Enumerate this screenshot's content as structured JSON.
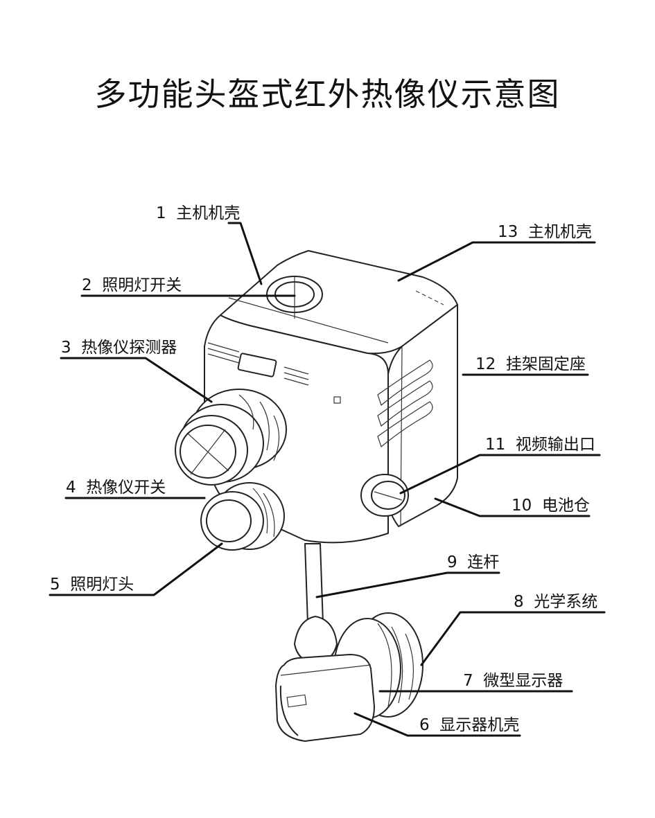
{
  "title": "多功能头盔式红外热像仪示意图",
  "callouts": [
    {
      "num": "1",
      "label": "主机机壳"
    },
    {
      "num": "2",
      "label": "照明灯开关"
    },
    {
      "num": "3",
      "label": "热像仪探测器"
    },
    {
      "num": "4",
      "label": "热像仪开关"
    },
    {
      "num": "5",
      "label": "照明灯头"
    },
    {
      "num": "6",
      "label": "显示器机壳"
    },
    {
      "num": "7",
      "label": "微型显示器"
    },
    {
      "num": "8",
      "label": "光学系统"
    },
    {
      "num": "9",
      "label": "连杆"
    },
    {
      "num": "10",
      "label": "电池仓"
    },
    {
      "num": "11",
      "label": "视频输出口"
    },
    {
      "num": "12",
      "label": "挂架固定座"
    },
    {
      "num": "13",
      "label": "主机机壳"
    }
  ],
  "colors": {
    "line": "#111111",
    "background": "#ffffff"
  }
}
